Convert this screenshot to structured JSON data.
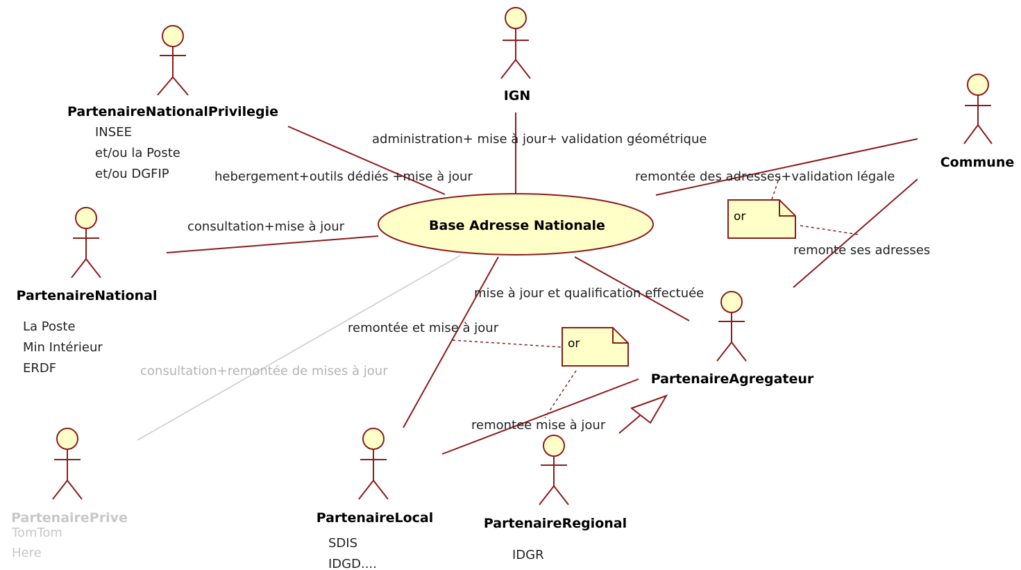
{
  "use_case": {
    "label": "Base Adresse Nationale"
  },
  "actors": {
    "ign": {
      "name": "IGN"
    },
    "privilegie": {
      "name": "PartenaireNationalPrivilegie",
      "notes": [
        "INSEE",
        "et/ou la Poste",
        "et/ou DGFIP"
      ]
    },
    "national": {
      "name": "PartenaireNational",
      "notes": [
        "La Poste",
        "Min Intérieur",
        "ERDF"
      ]
    },
    "commune": {
      "name": "Commune"
    },
    "agregateur": {
      "name": "PartenaireAgregateur"
    },
    "prive": {
      "name": "PartenairePrive",
      "notes": [
        "TomTom",
        "Here"
      ]
    },
    "local": {
      "name": "PartenaireLocal",
      "notes": [
        "SDIS",
        "IDGD...."
      ]
    },
    "regional": {
      "name": "PartenaireRegional",
      "notes": [
        "IDGR"
      ]
    }
  },
  "associations": {
    "ign": "administration+ mise à jour+ validation géométrique",
    "privilegie": "hebergement+outils dédiés +mise à jour",
    "national": "consultation+mise à jour",
    "commune": "remontée des adresses+validation légale",
    "commune_agregateur": "remonte ses adresses",
    "agregateur": "mise à jour et qualification effectuée",
    "local": "remontée et mise à jour",
    "prive": "consultation+remontée de mises à jour",
    "local_agregateur": "remontee mise à jour"
  },
  "constraints": {
    "or1": "or",
    "or2": "or"
  }
}
